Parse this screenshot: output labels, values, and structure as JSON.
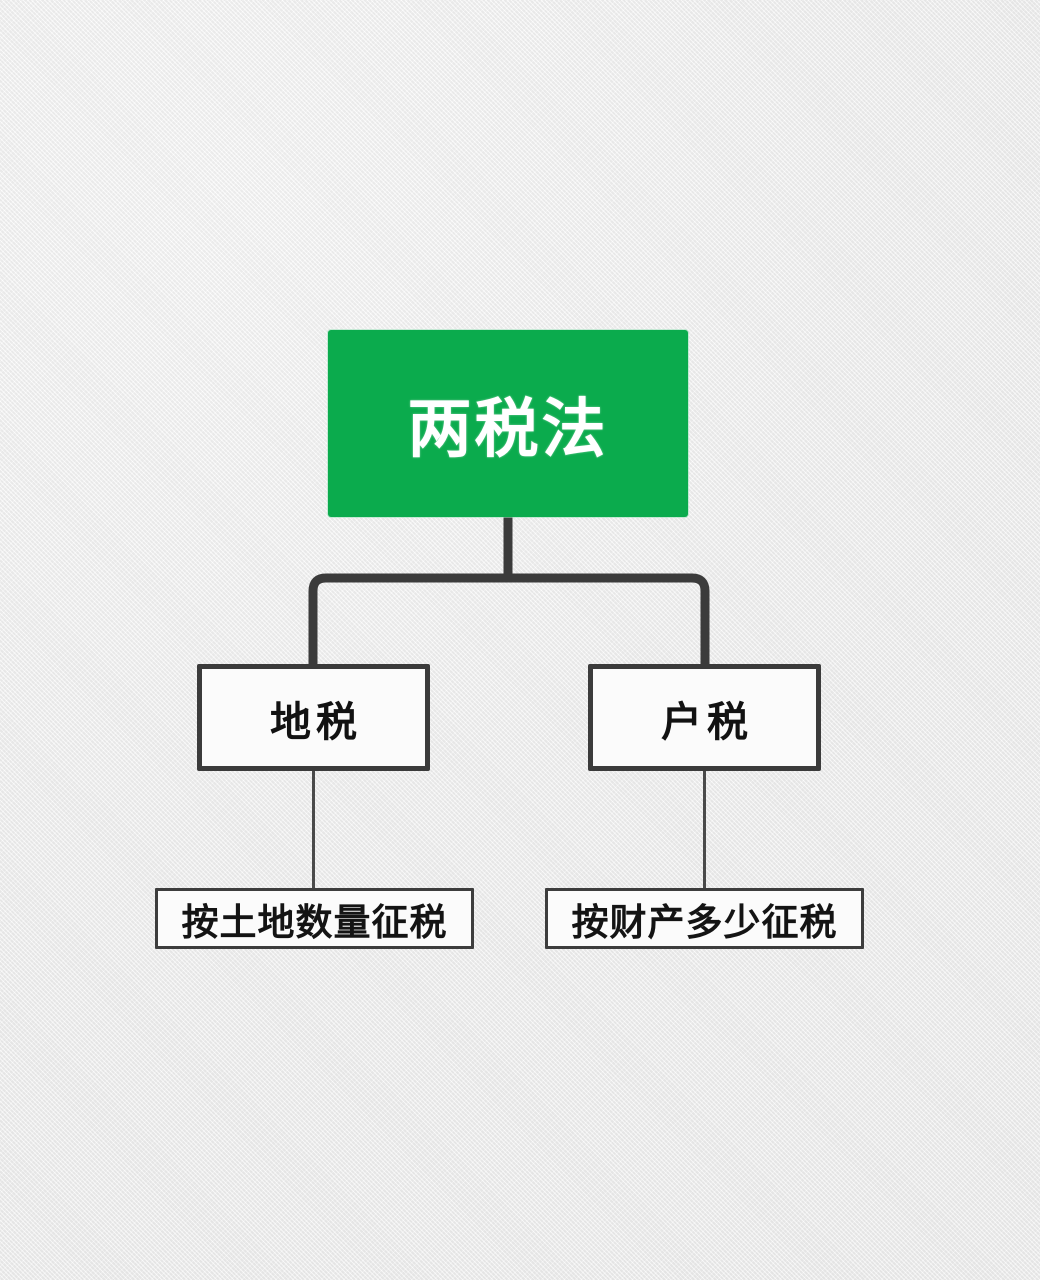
{
  "diagram": {
    "title": "两税法",
    "type": "hierarchy-tree",
    "colors": {
      "root_fill": "#0bab4d",
      "root_text": "#ffffff",
      "box_fill": "#fbfbfb",
      "box_border": "#3b3b3b",
      "connector": "#3b3b3b",
      "background": "#f1f1f1"
    },
    "root": {
      "label": "两税法"
    },
    "branches": [
      {
        "label": "地税",
        "leaf": {
          "label": "按土地数量征税"
        }
      },
      {
        "label": "户税",
        "leaf": {
          "label": "按财产多少征税"
        }
      }
    ]
  }
}
